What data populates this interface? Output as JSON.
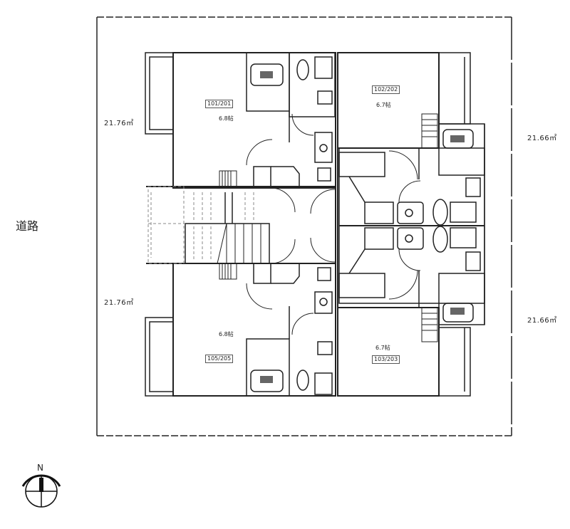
{
  "plan": {
    "road_label": "道路",
    "north_label": "N",
    "areas": {
      "left_top": "21.76㎡",
      "left_bottom": "21.76㎡",
      "right_top": "21.66㎡",
      "right_bottom": "21.66㎡"
    },
    "units": [
      {
        "id": "101/201",
        "size": "6.8帖",
        "position": "top-left"
      },
      {
        "id": "102/202",
        "size": "6.7帖",
        "position": "top-right"
      },
      {
        "id": "105/205",
        "size": "6.8帖",
        "position": "bottom-left"
      },
      {
        "id": "103/203",
        "size": "6.7帖",
        "position": "bottom-right"
      }
    ],
    "colors": {
      "line": "#222222",
      "background": "#ffffff",
      "dashed": "#888888"
    }
  }
}
